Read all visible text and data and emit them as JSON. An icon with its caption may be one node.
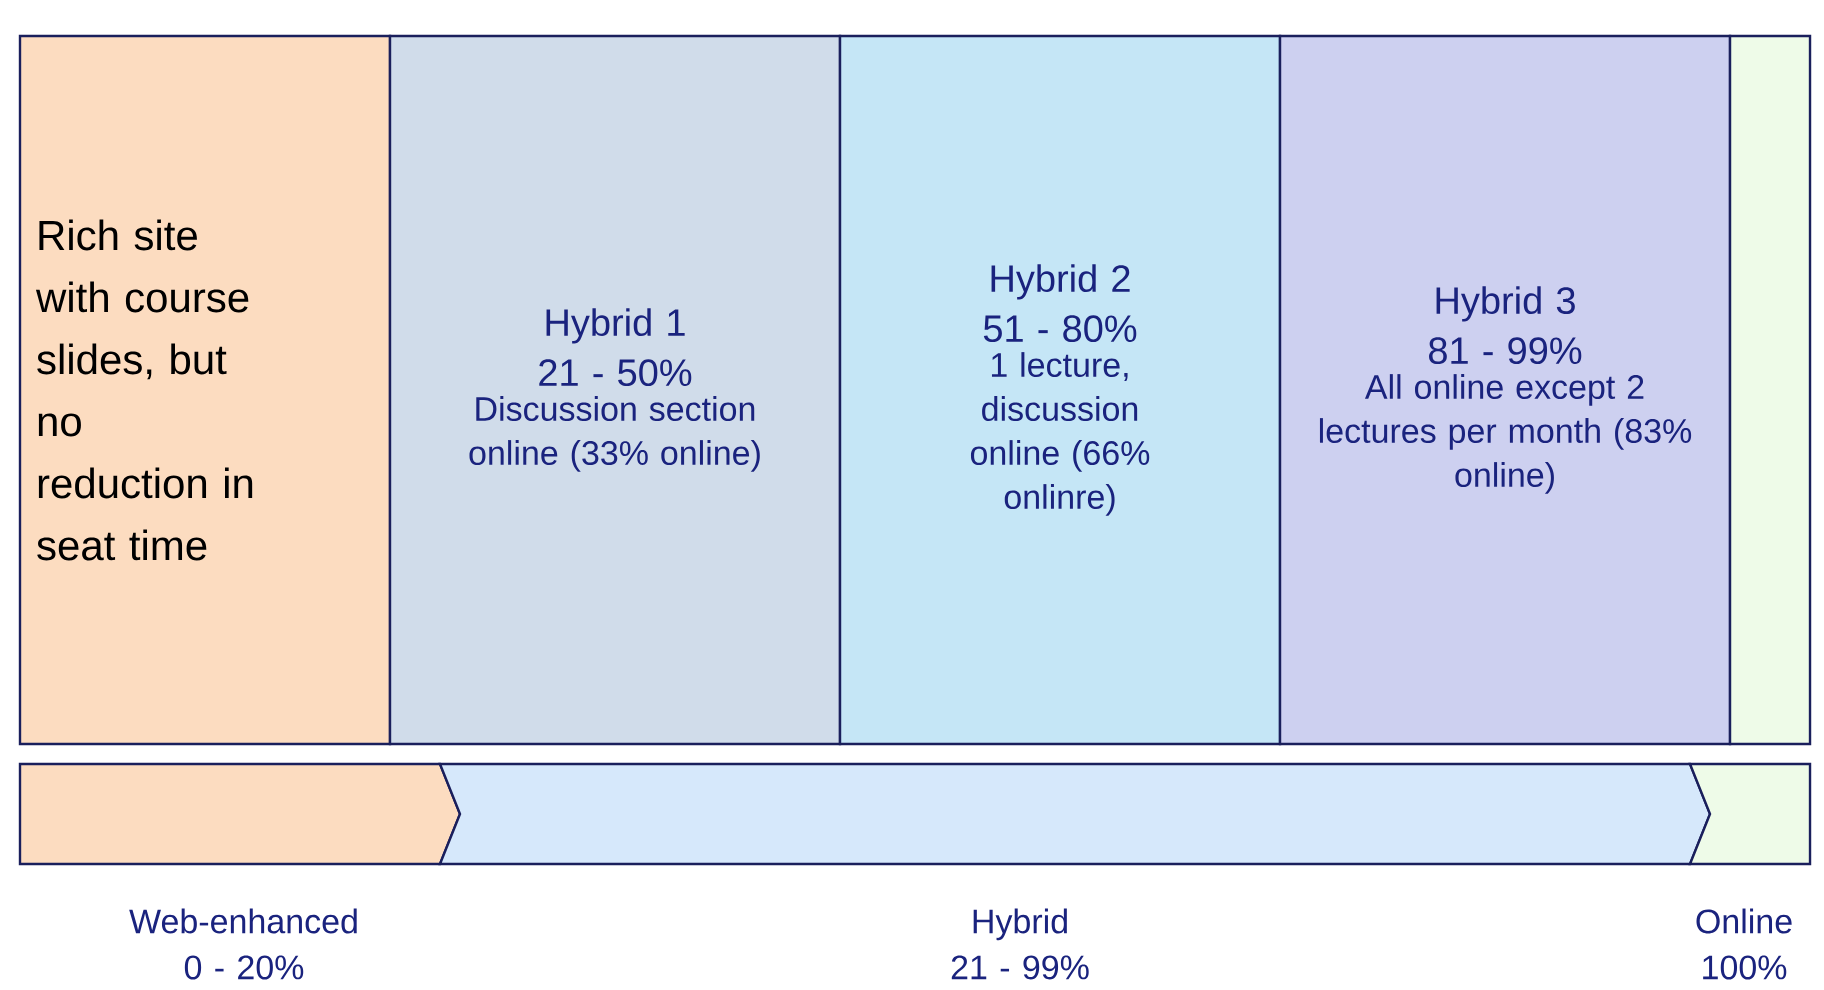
{
  "diagram": {
    "nodes": [
      {
        "text": [
          "Rich site with course slides, but no reduction in seat time"
        ]
      },
      {
        "text": [
          "Hybrid 1 21 - 50%",
          "Discussion section online (33% online)"
        ]
      },
      {
        "text": [
          "Hybrid 2 51 - 80%",
          "1 lecture, discussion online (66% onlinre)"
        ]
      },
      {
        "text": [
          "Hybrid 3 81 - 99%",
          "All online except 2 lectures per month (83% online)"
        ]
      },
      {
        "text": [],
        "shape": "box"
      },
      {
        "text": [
          "Web-enhanced 0 - 20%"
        ]
      },
      {
        "text": [
          "Hybrid 21 - 99%"
        ]
      },
      {
        "text": [
          "Online 100%"
        ]
      }
    ]
  }
}
